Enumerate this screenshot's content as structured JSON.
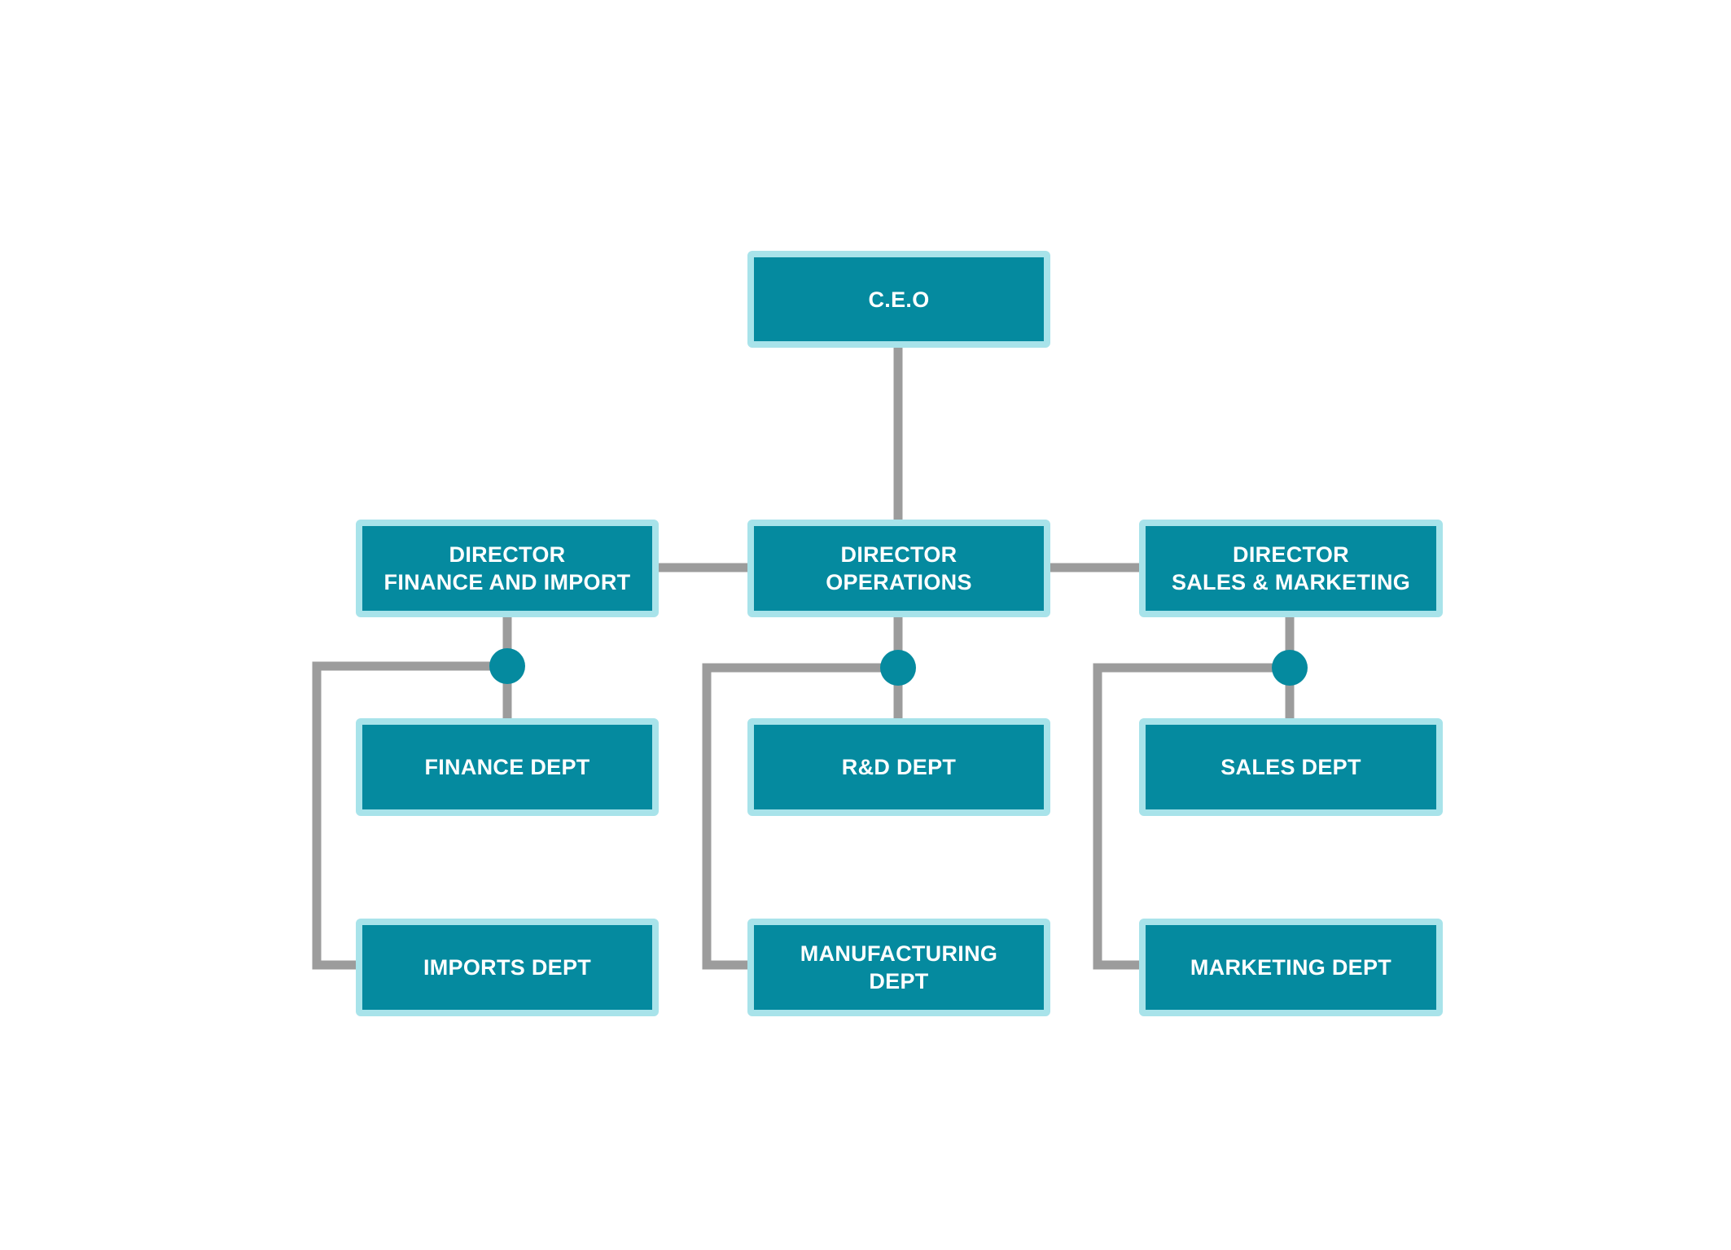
{
  "colors": {
    "box_fill": "#058a9f",
    "box_border": "#a8e3ea",
    "connector": "#9c9c9c",
    "junction_dot": "#058a9f",
    "text": "#ffffff",
    "background": "#ffffff"
  },
  "nodes": {
    "ceo": {
      "line1": "C.E.O"
    },
    "director_finance": {
      "line1": "DIRECTOR",
      "line2": "FINANCE AND IMPORT"
    },
    "director_operations": {
      "line1": "DIRECTOR",
      "line2": "OPERATIONS"
    },
    "director_sales": {
      "line1": "DIRECTOR",
      "line2": "SALES & MARKETING"
    },
    "finance_dept": {
      "line1": "FINANCE DEPT"
    },
    "imports_dept": {
      "line1": "IMPORTS DEPT"
    },
    "rd_dept": {
      "line1": "R&D DEPT"
    },
    "manufacturing_dept": {
      "line1": "MANUFACTURING",
      "line2": "DEPT"
    },
    "sales_dept": {
      "line1": "SALES DEPT"
    },
    "marketing_dept": {
      "line1": "MARKETING DEPT"
    }
  }
}
